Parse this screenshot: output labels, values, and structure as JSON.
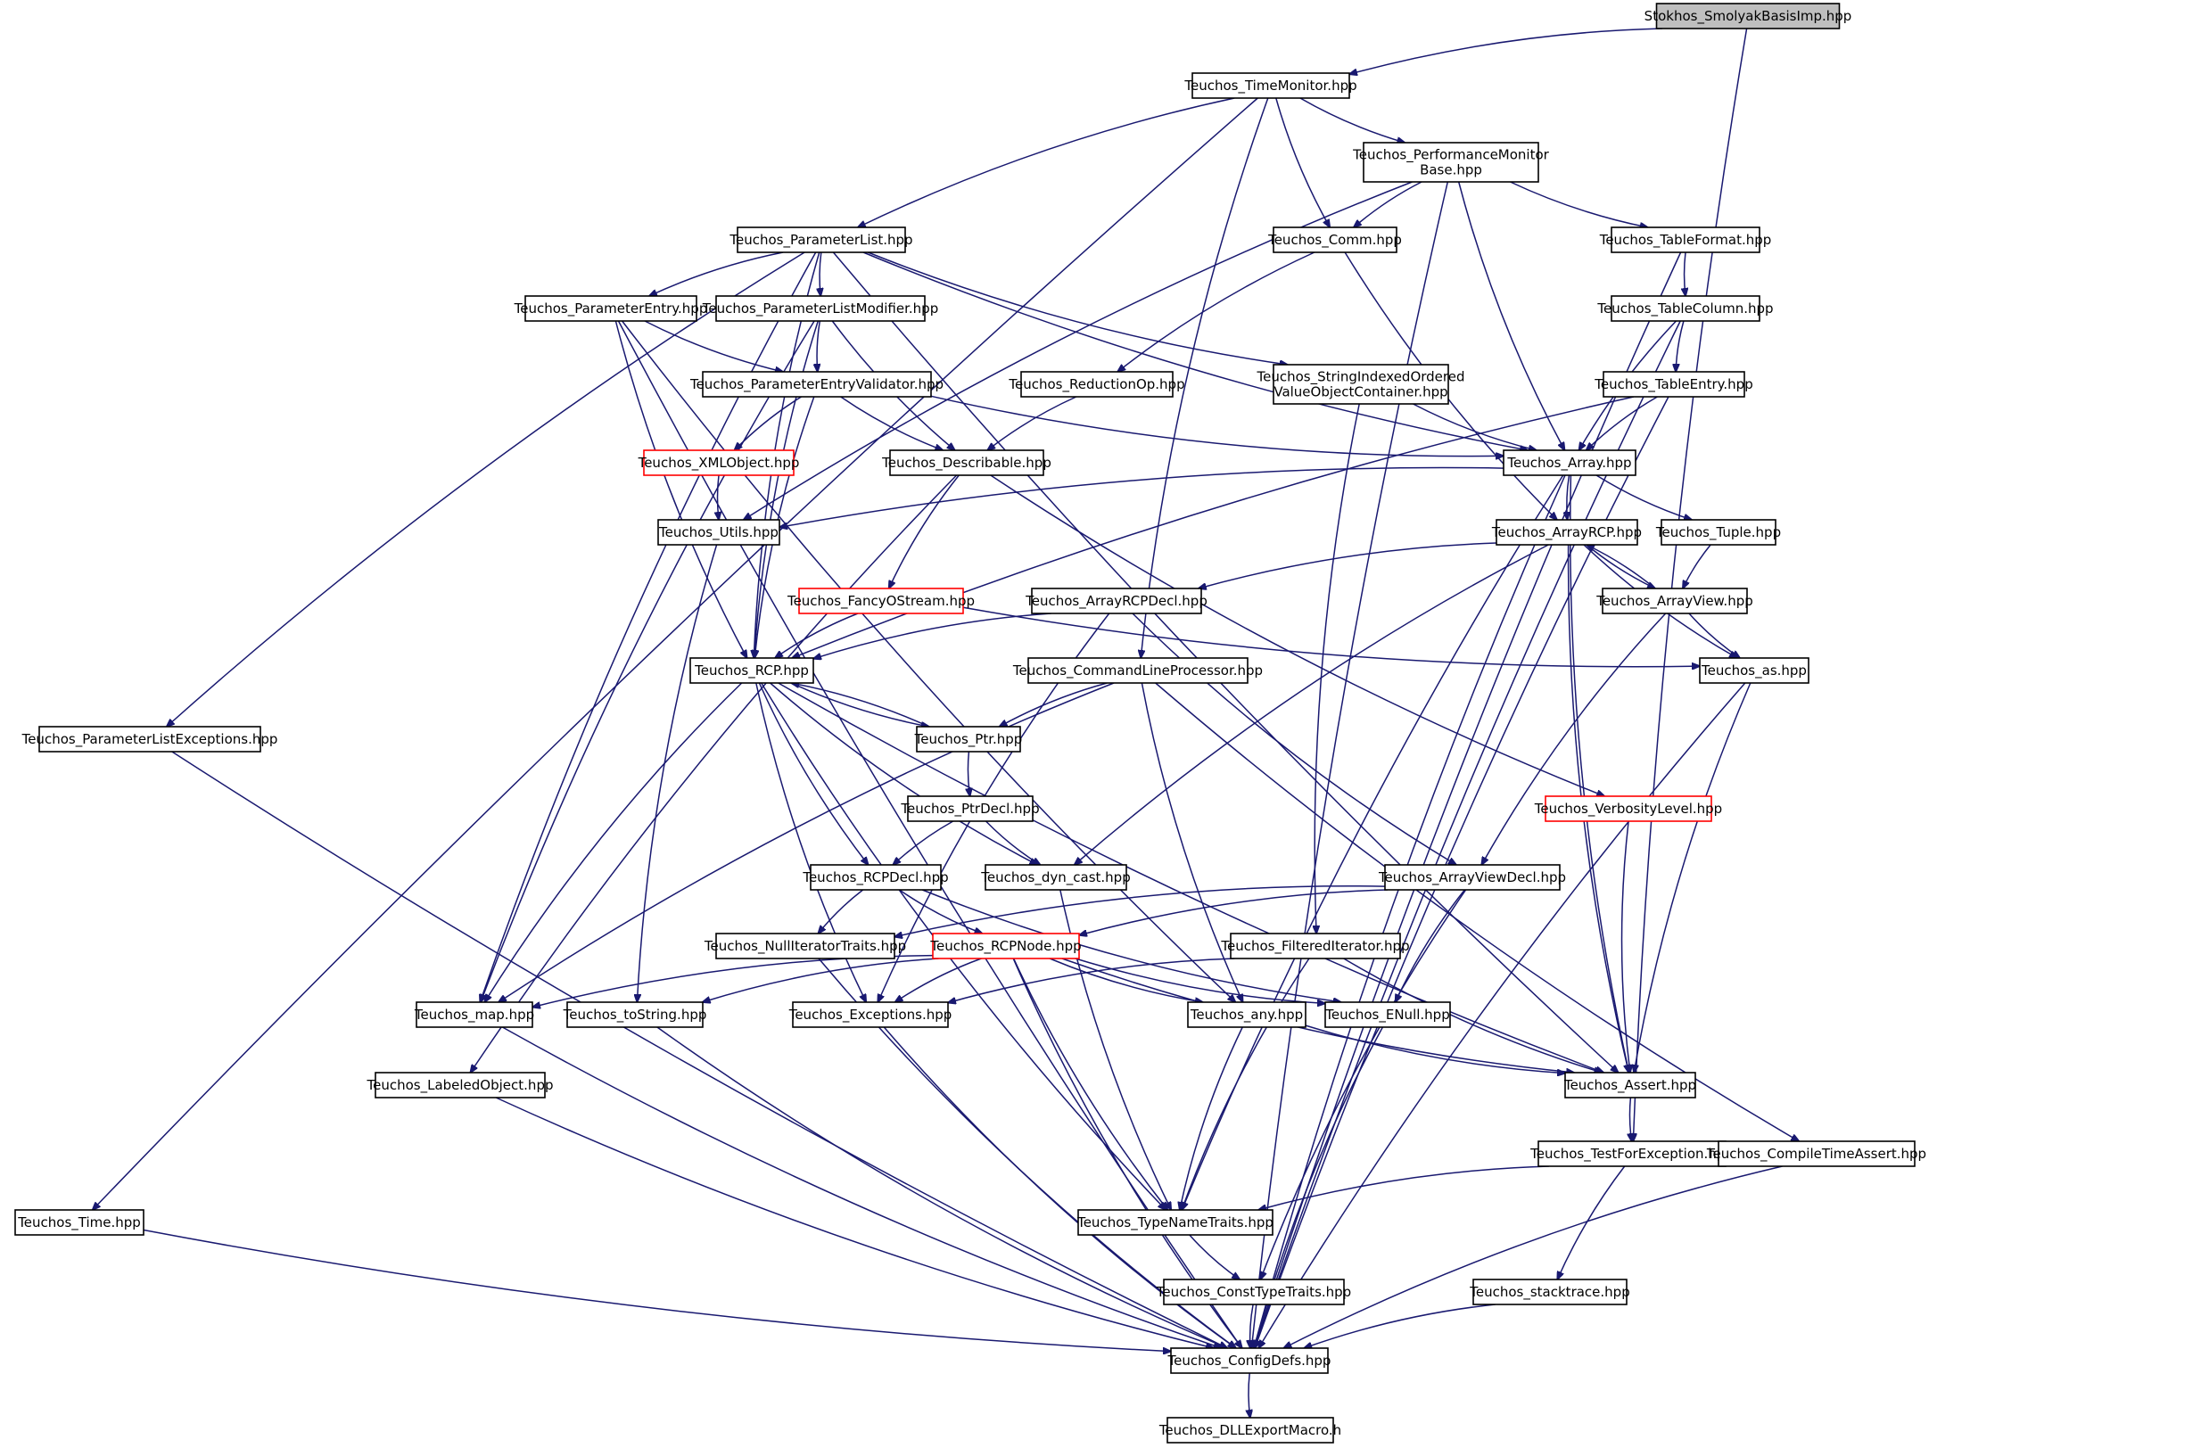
{
  "colors": {
    "edge": "#191970",
    "node_border": "#000000",
    "node_border_missing": "#ff0000",
    "root_fill": "#bfbfbf",
    "background": "#ffffff"
  },
  "nodes": [
    {
      "id": "stokhos",
      "label": "Stokhos_SmolyakBasisImp.hpp",
      "style": "root"
    },
    {
      "id": "timemonitor",
      "label": "Teuchos_TimeMonitor.hpp"
    },
    {
      "id": "perfmon",
      "label": [
        "Teuchos_PerformanceMonitor",
        "Base.hpp"
      ]
    },
    {
      "id": "paramlist",
      "label": "Teuchos_ParameterList.hpp"
    },
    {
      "id": "comm",
      "label": "Teuchos_Comm.hpp"
    },
    {
      "id": "tableformat",
      "label": "Teuchos_TableFormat.hpp"
    },
    {
      "id": "paramentry",
      "label": "Teuchos_ParameterEntry.hpp"
    },
    {
      "id": "plmodifier",
      "label": "Teuchos_ParameterListModifier.hpp"
    },
    {
      "id": "tablecolumn",
      "label": "Teuchos_TableColumn.hpp"
    },
    {
      "id": "pev",
      "label": "Teuchos_ParameterEntryValidator.hpp"
    },
    {
      "id": "reductionop",
      "label": "Teuchos_ReductionOp.hpp"
    },
    {
      "id": "sivoc",
      "label": [
        "Teuchos_StringIndexedOrdered",
        "ValueObjectContainer.hpp"
      ]
    },
    {
      "id": "tableentry",
      "label": "Teuchos_TableEntry.hpp"
    },
    {
      "id": "xmlobject",
      "label": "Teuchos_XMLObject.hpp",
      "style": "red"
    },
    {
      "id": "describable",
      "label": "Teuchos_Describable.hpp"
    },
    {
      "id": "array",
      "label": "Teuchos_Array.hpp"
    },
    {
      "id": "utils",
      "label": "Teuchos_Utils.hpp"
    },
    {
      "id": "arrayrcp",
      "label": "Teuchos_ArrayRCP.hpp"
    },
    {
      "id": "tuple",
      "label": "Teuchos_Tuple.hpp"
    },
    {
      "id": "fancyostream",
      "label": "Teuchos_FancyOStream.hpp",
      "style": "red"
    },
    {
      "id": "arrayrcpdecl",
      "label": "Teuchos_ArrayRCPDecl.hpp"
    },
    {
      "id": "arrayview",
      "label": "Teuchos_ArrayView.hpp"
    },
    {
      "id": "rcp",
      "label": "Teuchos_RCP.hpp"
    },
    {
      "id": "clp",
      "label": "Teuchos_CommandLineProcessor.hpp"
    },
    {
      "id": "as",
      "label": "Teuchos_as.hpp"
    },
    {
      "id": "plexceptions",
      "label": "Teuchos_ParameterListExceptions.hpp"
    },
    {
      "id": "ptr",
      "label": "Teuchos_Ptr.hpp"
    },
    {
      "id": "ptrdecl",
      "label": "Teuchos_PtrDecl.hpp"
    },
    {
      "id": "verbosity",
      "label": "Teuchos_VerbosityLevel.hpp",
      "style": "red"
    },
    {
      "id": "rcpdecl",
      "label": "Teuchos_RCPDecl.hpp"
    },
    {
      "id": "dyncast",
      "label": "Teuchos_dyn_cast.hpp"
    },
    {
      "id": "arrayviewdecl",
      "label": "Teuchos_ArrayViewDecl.hpp"
    },
    {
      "id": "nulliter",
      "label": "Teuchos_NullIteratorTraits.hpp"
    },
    {
      "id": "rcpnode",
      "label": "Teuchos_RCPNode.hpp",
      "style": "red"
    },
    {
      "id": "filterediter",
      "label": "Teuchos_FilteredIterator.hpp"
    },
    {
      "id": "map",
      "label": "Teuchos_map.hpp"
    },
    {
      "id": "tostring",
      "label": "Teuchos_toString.hpp"
    },
    {
      "id": "exceptions",
      "label": "Teuchos_Exceptions.hpp"
    },
    {
      "id": "any",
      "label": "Teuchos_any.hpp"
    },
    {
      "id": "enull",
      "label": "Teuchos_ENull.hpp"
    },
    {
      "id": "labeledobject",
      "label": "Teuchos_LabeledObject.hpp"
    },
    {
      "id": "assert",
      "label": "Teuchos_Assert.hpp"
    },
    {
      "id": "testforexc",
      "label": "Teuchos_TestForException.hpp"
    },
    {
      "id": "compiletimeassert",
      "label": "Teuchos_CompileTimeAssert.hpp"
    },
    {
      "id": "time",
      "label": "Teuchos_Time.hpp"
    },
    {
      "id": "typenametraits",
      "label": "Teuchos_TypeNameTraits.hpp"
    },
    {
      "id": "consttypetraits",
      "label": "Teuchos_ConstTypeTraits.hpp"
    },
    {
      "id": "stacktrace",
      "label": "Teuchos_stacktrace.hpp"
    },
    {
      "id": "configdefs",
      "label": "Teuchos_ConfigDefs.hpp"
    },
    {
      "id": "dllexport",
      "label": "Teuchos_DLLExportMacro.h"
    }
  ],
  "edges": [
    [
      "stokhos",
      "timemonitor"
    ],
    [
      "stokhos",
      "testforexc"
    ],
    [
      "timemonitor",
      "time"
    ],
    [
      "timemonitor",
      "paramlist"
    ],
    [
      "timemonitor",
      "clp"
    ],
    [
      "timemonitor",
      "comm"
    ],
    [
      "timemonitor",
      "perfmon"
    ],
    [
      "perfmon",
      "comm"
    ],
    [
      "perfmon",
      "utils"
    ],
    [
      "perfmon",
      "array"
    ],
    [
      "perfmon",
      "tableformat"
    ],
    [
      "perfmon",
      "configdefs"
    ],
    [
      "paramlist",
      "plexceptions"
    ],
    [
      "paramlist",
      "map"
    ],
    [
      "paramlist",
      "rcp"
    ],
    [
      "paramlist",
      "paramentry"
    ],
    [
      "paramlist",
      "plmodifier"
    ],
    [
      "paramlist",
      "sivoc"
    ],
    [
      "paramlist",
      "array"
    ],
    [
      "paramlist",
      "assert"
    ],
    [
      "comm",
      "reductionop"
    ],
    [
      "comm",
      "arrayrcp"
    ],
    [
      "tableformat",
      "tablecolumn"
    ],
    [
      "tableformat",
      "configdefs"
    ],
    [
      "paramentry",
      "configdefs"
    ],
    [
      "paramentry",
      "rcp"
    ],
    [
      "paramentry",
      "pev"
    ],
    [
      "paramentry",
      "any"
    ],
    [
      "plmodifier",
      "map"
    ],
    [
      "plmodifier",
      "rcp"
    ],
    [
      "plmodifier",
      "pev"
    ],
    [
      "plmodifier",
      "describable"
    ],
    [
      "tablecolumn",
      "array"
    ],
    [
      "tablecolumn",
      "tableentry"
    ],
    [
      "tablecolumn",
      "configdefs"
    ],
    [
      "pev",
      "xmlobject"
    ],
    [
      "pev",
      "describable"
    ],
    [
      "pev",
      "rcp"
    ],
    [
      "pev",
      "array"
    ],
    [
      "reductionop",
      "describable"
    ],
    [
      "sivoc",
      "array"
    ],
    [
      "sivoc",
      "filterediter"
    ],
    [
      "tableentry",
      "array"
    ],
    [
      "tableentry",
      "rcp"
    ],
    [
      "tableentry",
      "configdefs"
    ],
    [
      "xmlobject",
      "utils"
    ],
    [
      "describable",
      "labeledobject"
    ],
    [
      "describable",
      "fancyostream"
    ],
    [
      "describable",
      "verbosity"
    ],
    [
      "array",
      "utils"
    ],
    [
      "array",
      "arrayrcp"
    ],
    [
      "array",
      "tuple"
    ],
    [
      "array",
      "typenametraits"
    ],
    [
      "array",
      "assert"
    ],
    [
      "array",
      "configdefs"
    ],
    [
      "utils",
      "tostring"
    ],
    [
      "arrayrcp",
      "arrayrcpdecl"
    ],
    [
      "arrayrcp",
      "arrayview"
    ],
    [
      "arrayrcp",
      "as"
    ],
    [
      "arrayrcp",
      "dyncast"
    ],
    [
      "arrayrcp",
      "assert"
    ],
    [
      "tuple",
      "arrayview"
    ],
    [
      "fancyostream",
      "rcp"
    ],
    [
      "fancyostream",
      "as"
    ],
    [
      "arrayrcpdecl",
      "rcp"
    ],
    [
      "arrayrcpdecl",
      "arrayviewdecl"
    ],
    [
      "arrayrcpdecl",
      "exceptions"
    ],
    [
      "arrayview",
      "arrayrcp"
    ],
    [
      "arrayview",
      "as"
    ],
    [
      "arrayview",
      "arrayviewdecl"
    ],
    [
      "rcp",
      "map"
    ],
    [
      "rcp",
      "exceptions"
    ],
    [
      "rcp",
      "typenametraits"
    ],
    [
      "rcp",
      "rcpdecl"
    ],
    [
      "rcp",
      "ptr"
    ],
    [
      "rcp",
      "dyncast"
    ],
    [
      "rcp",
      "assert"
    ],
    [
      "clp",
      "ptr"
    ],
    [
      "clp",
      "map"
    ],
    [
      "clp",
      "any"
    ],
    [
      "clp",
      "compiletimeassert"
    ],
    [
      "as",
      "assert"
    ],
    [
      "as",
      "configdefs"
    ],
    [
      "plexceptions",
      "configdefs"
    ],
    [
      "ptr",
      "rcp"
    ],
    [
      "ptr",
      "ptrdecl"
    ],
    [
      "ptrdecl",
      "rcpdecl"
    ],
    [
      "ptrdecl",
      "dyncast"
    ],
    [
      "verbosity",
      "assert"
    ],
    [
      "rcpdecl",
      "nulliter"
    ],
    [
      "rcpdecl",
      "rcpnode"
    ],
    [
      "rcpdecl",
      "enull"
    ],
    [
      "dyncast",
      "typenametraits"
    ],
    [
      "arrayviewdecl",
      "nulliter"
    ],
    [
      "arrayviewdecl",
      "rcpnode"
    ],
    [
      "arrayviewdecl",
      "enull"
    ],
    [
      "arrayviewdecl",
      "consttypetraits"
    ],
    [
      "nulliter",
      "configdefs"
    ],
    [
      "rcpnode",
      "map"
    ],
    [
      "rcpnode",
      "tostring"
    ],
    [
      "rcpnode",
      "exceptions"
    ],
    [
      "rcpnode",
      "any"
    ],
    [
      "rcpnode",
      "enull"
    ],
    [
      "rcpnode",
      "assert"
    ],
    [
      "rcpnode",
      "typenametraits"
    ],
    [
      "rcpnode",
      "configdefs"
    ],
    [
      "filterediter",
      "exceptions"
    ],
    [
      "filterediter",
      "assert"
    ],
    [
      "filterediter",
      "typenametraits"
    ],
    [
      "map",
      "configdefs"
    ],
    [
      "tostring",
      "configdefs"
    ],
    [
      "exceptions",
      "configdefs"
    ],
    [
      "any",
      "assert"
    ],
    [
      "any",
      "typenametraits"
    ],
    [
      "enull",
      "configdefs"
    ],
    [
      "labeledobject",
      "configdefs"
    ],
    [
      "assert",
      "testforexc"
    ],
    [
      "testforexc",
      "typenametraits"
    ],
    [
      "testforexc",
      "stacktrace"
    ],
    [
      "compiletimeassert",
      "configdefs"
    ],
    [
      "time",
      "configdefs"
    ],
    [
      "typenametraits",
      "consttypetraits"
    ],
    [
      "consttypetraits",
      "configdefs"
    ],
    [
      "stacktrace",
      "configdefs"
    ],
    [
      "configdefs",
      "dllexport"
    ]
  ]
}
